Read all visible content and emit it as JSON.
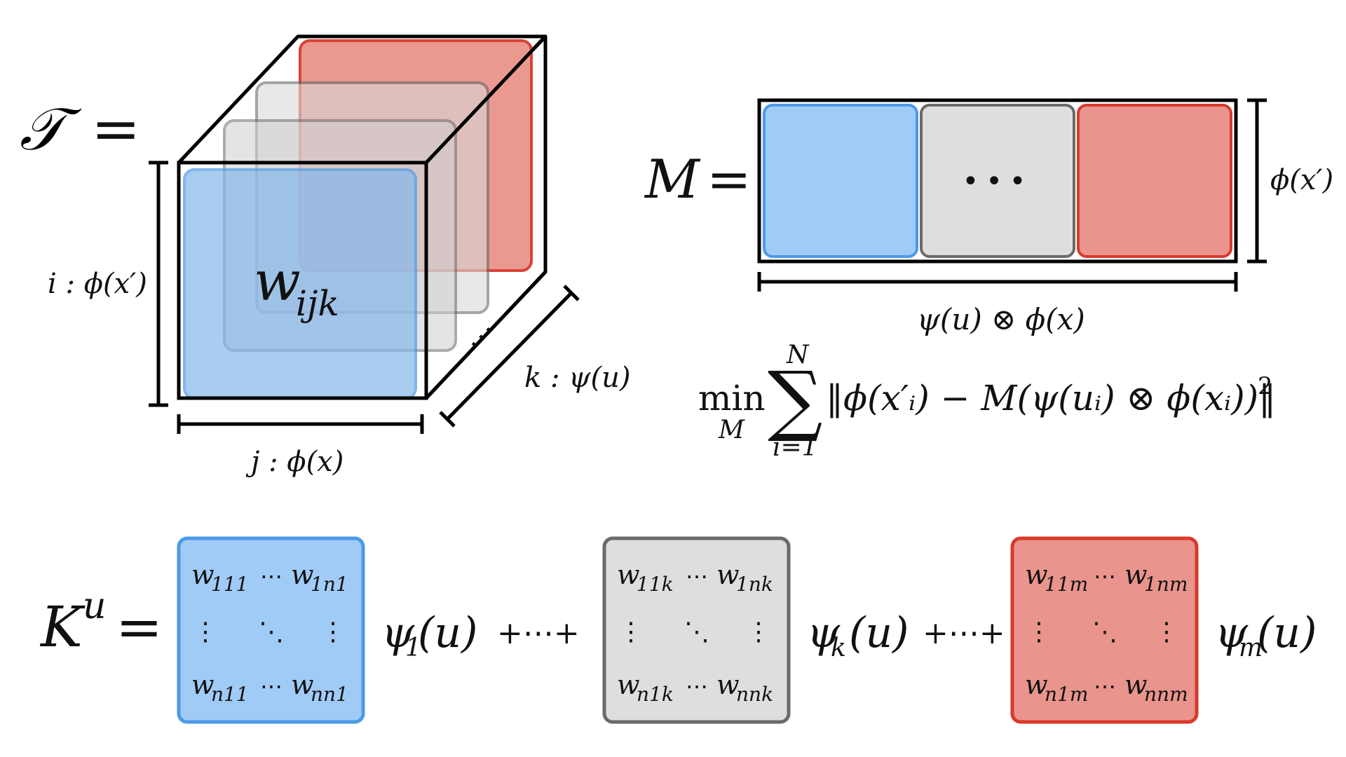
{
  "colors": {
    "blue_fill": "#a1cbf7",
    "blue_stroke": "#4b9ae8",
    "gray_fill": "#dedede",
    "gray_stroke": "#6a6a6a",
    "red_fill": "#e9948c",
    "red_stroke": "#d9392c",
    "line": "#000000"
  },
  "tensor": {
    "lhs_symbol": "𝒯",
    "equals": "=",
    "element": "w",
    "element_sub": "ijk",
    "dim_i": "i : ϕ(x′)",
    "dim_j": "j : ϕ(x)",
    "dim_k": "k : ψ(u)",
    "ellipsis": "⋯"
  },
  "matrix_m": {
    "lhs": "M",
    "equals": "=",
    "middle_dots": "•••",
    "height_label": "ϕ(x′)",
    "width_label": "ψ(u) ⊗ ϕ(x)"
  },
  "objective": {
    "min": "min",
    "min_sub": "M",
    "sum": "∑",
    "sum_top": "N",
    "sum_bottom": "i=1",
    "body": "‖ϕ(x′ᵢ) − M(ψ(uᵢ) ⊗ ϕ(xᵢ))‖",
    "power": "2"
  },
  "kernel": {
    "lhs": "K",
    "lhs_sup": "u",
    "equals": "=",
    "plus_dots": "+⋯+",
    "matrices": [
      {
        "color": "blue",
        "top_left": "w",
        "top_left_sub": "111",
        "top_right": "w",
        "top_right_sub": "1n1",
        "bot_left": "w",
        "bot_left_sub": "n11",
        "bot_right": "w",
        "bot_right_sub": "nn1",
        "coef": "ψ",
        "coef_sub": "1",
        "coef_arg": "(u)"
      },
      {
        "color": "gray",
        "top_left": "w",
        "top_left_sub": "11k",
        "top_right": "w",
        "top_right_sub": "1nk",
        "bot_left": "w",
        "bot_left_sub": "n1k",
        "bot_right": "w",
        "bot_right_sub": "nnk",
        "coef": "ψ",
        "coef_sub": "k",
        "coef_arg": "(u)"
      },
      {
        "color": "red",
        "top_left": "w",
        "top_left_sub": "11m",
        "top_right": "w",
        "top_right_sub": "1nm",
        "bot_left": "w",
        "bot_left_sub": "n1m",
        "bot_right": "w",
        "bot_right_sub": "nnm",
        "coef": "ψ",
        "coef_sub": "m",
        "coef_arg": "(u)"
      }
    ],
    "hdots": "⋯",
    "vdots": "⋮",
    "ddots": "⋱"
  }
}
